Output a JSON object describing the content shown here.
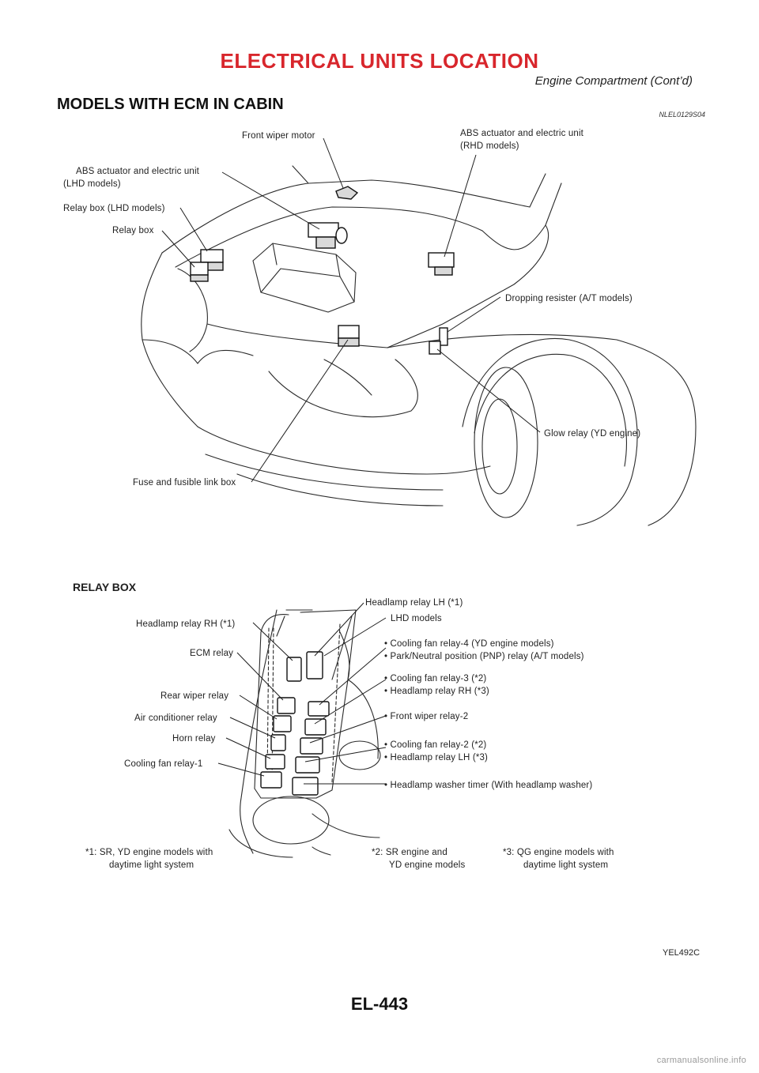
{
  "header": {
    "title": "ELECTRICAL UNITS LOCATION",
    "subtitle": "Engine Compartment (Cont’d)"
  },
  "section": {
    "heading": "MODELS WITH ECM IN CABIN",
    "ref_code": "NLEL0129S04"
  },
  "engine_diagram": {
    "labels": {
      "front_wiper_motor": "Front wiper motor",
      "abs_rhd_line1": "ABS actuator and electric unit",
      "abs_rhd_line2": "(RHD models)",
      "abs_lhd_line1": "ABS actuator and electric unit",
      "abs_lhd_line2": "(LHD models)",
      "relay_box_lhd": "Relay box (LHD models)",
      "relay_box": "Relay box",
      "dropping_resister": "Dropping resister (A/T models)",
      "glow_relay": "Glow relay (YD engine)",
      "fuse_box": "Fuse and fusible link box"
    }
  },
  "relay_box_diagram": {
    "heading": "RELAY BOX",
    "labels": {
      "headlamp_relay_lh": "Headlamp relay LH (*1)",
      "lhd_models": "LHD models",
      "headlamp_relay_rh": "Headlamp relay RH (*1)",
      "ecm_relay": "ECM relay",
      "rear_wiper_relay": "Rear wiper relay",
      "air_conditioner_relay": "Air conditioner relay",
      "horn_relay": "Horn relay",
      "cooling_fan_relay_1": "Cooling fan relay-1",
      "cf4_line1": "• Cooling fan relay-4 (YD engine models)",
      "cf4_line2": "• Park/Neutral position (PNP) relay (A/T models)",
      "cf3_line1": "• Cooling fan relay-3 (*2)",
      "cf3_line2": "• Headlamp relay RH (*3)",
      "front_wiper_relay_2": "• Front wiper relay-2",
      "cf2_line1": "• Cooling fan relay-2 (*2)",
      "cf2_line2": "• Headlamp relay LH (*3)",
      "washer_timer": "• Headlamp washer timer (With headlamp washer)"
    },
    "footnotes": {
      "n1_line1": "*1: SR, YD engine models with",
      "n1_line2": "daytime light system",
      "n2_line1": "*2: SR engine and",
      "n2_line2": "YD engine models",
      "n3_line1": "*3: QG engine models with",
      "n3_line2": "daytime light system"
    }
  },
  "figure_code": "YEL492C",
  "page_number": "EL-443",
  "watermark": "carmanualsonline.info"
}
